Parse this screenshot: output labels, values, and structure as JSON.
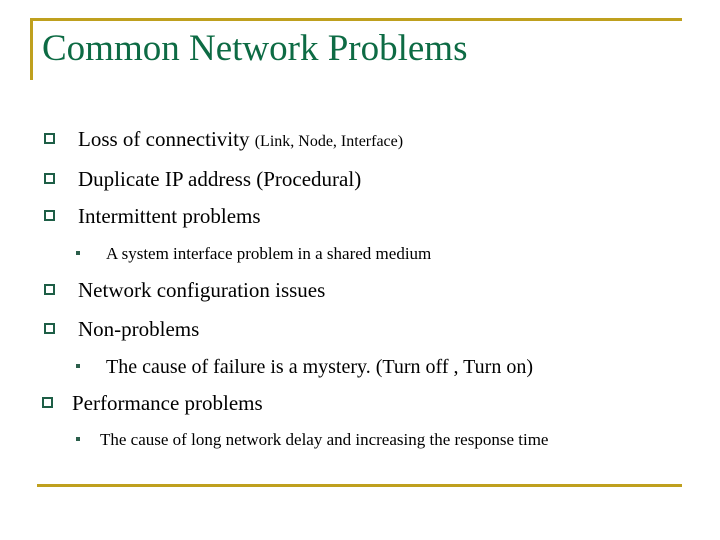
{
  "slide": {
    "title": "Common Network Problems",
    "title_color": "#0d6b44",
    "accent_color": "#bfa01e",
    "bullet_color": "#1d5e46",
    "body_color": "#000000",
    "background": "#ffffff"
  },
  "content": [
    {
      "level": 1,
      "bullet": "hollow-square-bullet",
      "text": "Loss of connectivity ",
      "suffix": "(Link, Node, Interface)"
    },
    {
      "level": 1,
      "bullet": "hollow-square-bullet",
      "text": "Duplicate IP address (Procedural)",
      "suffix": ""
    },
    {
      "level": 1,
      "bullet": "hollow-square-bullet",
      "text": "Intermittent problems",
      "suffix": ""
    },
    {
      "level": 2,
      "bullet": "filled-square-bullet",
      "text": "A system interface problem in a shared medium",
      "suffix": ""
    },
    {
      "level": 1,
      "bullet": "hollow-square-bullet",
      "text": "Network configuration issues",
      "suffix": ""
    },
    {
      "level": 1,
      "bullet": "hollow-square-bullet",
      "text": "Non-problems",
      "suffix": ""
    },
    {
      "level": 2,
      "bullet": "filled-square-bullet",
      "text": "The cause of failure is a mystery. (Turn off , Turn on)",
      "suffix": ""
    },
    {
      "level": 1,
      "bullet": "hollow-square-bullet",
      "text": "Performance problems",
      "suffix": ""
    },
    {
      "level": 2,
      "bullet": "filled-square-bullet",
      "text": "The cause  of long network delay and increasing the response time",
      "suffix": ""
    }
  ]
}
